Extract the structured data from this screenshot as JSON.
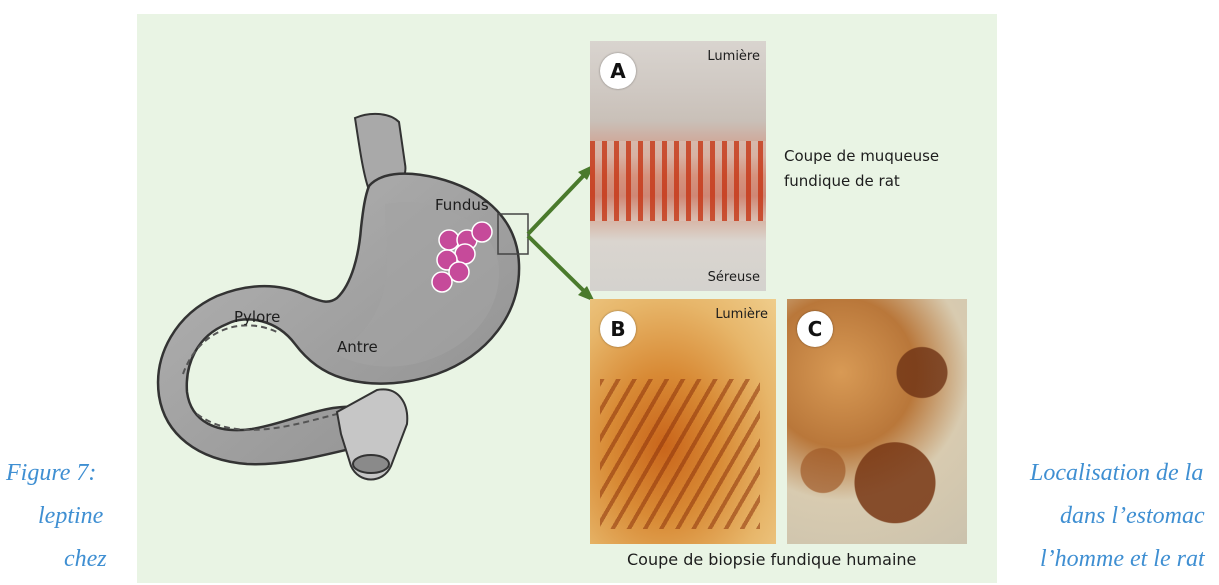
{
  "figure": {
    "stomach_labels": {
      "fundus": "Fundus",
      "pylore": "Pylore",
      "antre": "Antre"
    },
    "panel_a": {
      "letter": "A",
      "top_label": "Lumière",
      "bottom_label": "Séreuse",
      "description_line1": "Coupe de muqueuse",
      "description_line2": "fundique de rat"
    },
    "panel_b": {
      "letter": "B",
      "top_label": "Lumière"
    },
    "panel_c": {
      "letter": "C"
    },
    "bottom_caption": "Coupe de biopsie fundique humaine"
  },
  "caption": {
    "left_line1": "Figure 7:",
    "left_line2": "leptine",
    "left_line3": "chez",
    "right_line1": "Localisation de la",
    "right_line2": "dans l’estomac",
    "right_line3": "l’homme et le rat"
  },
  "colors": {
    "panel_background": "#e9f4e4",
    "caption_blue": "#3f8fd2",
    "arrow_green": "#4a7a2c",
    "leptin_cells": "#c64a9a"
  }
}
